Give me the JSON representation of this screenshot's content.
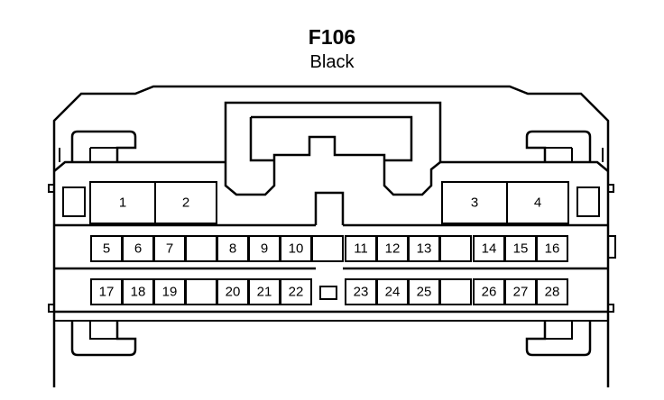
{
  "connector": {
    "name": "F106",
    "color": "Black"
  },
  "pins": [
    {
      "id": "1",
      "label": "1"
    },
    {
      "id": "2",
      "label": "2"
    },
    {
      "id": "3",
      "label": "3"
    },
    {
      "id": "4",
      "label": "4"
    },
    {
      "id": "5",
      "label": "5"
    },
    {
      "id": "6",
      "label": "6"
    },
    {
      "id": "7",
      "label": "7"
    },
    {
      "id": "8",
      "label": "8"
    },
    {
      "id": "9",
      "label": "9"
    },
    {
      "id": "10",
      "label": "10"
    },
    {
      "id": "11",
      "label": "11"
    },
    {
      "id": "12",
      "label": "12"
    },
    {
      "id": "13",
      "label": "13"
    },
    {
      "id": "14",
      "label": "14"
    },
    {
      "id": "15",
      "label": "15"
    },
    {
      "id": "16",
      "label": "16"
    },
    {
      "id": "17",
      "label": "17"
    },
    {
      "id": "18",
      "label": "18"
    },
    {
      "id": "19",
      "label": "19"
    },
    {
      "id": "20",
      "label": "20"
    },
    {
      "id": "21",
      "label": "21"
    },
    {
      "id": "22",
      "label": "22"
    },
    {
      "id": "23",
      "label": "23"
    },
    {
      "id": "24",
      "label": "24"
    },
    {
      "id": "25",
      "label": "25"
    },
    {
      "id": "26",
      "label": "26"
    },
    {
      "id": "27",
      "label": "27"
    },
    {
      "id": "28",
      "label": "28"
    }
  ]
}
